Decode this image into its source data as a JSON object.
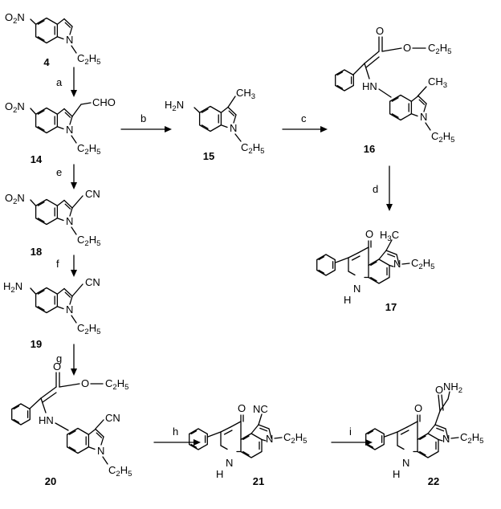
{
  "compounds": {
    "c4": {
      "number": "4",
      "groups": [
        {
          "main": "O",
          "sub": "2",
          "tail": "N"
        },
        {
          "main": "N",
          "tail": ""
        },
        {
          "main": "C",
          "sub": "2",
          "tail": "H",
          "sub2": "5"
        }
      ]
    },
    "c14": {
      "number": "14",
      "groups": [
        {
          "main": "O",
          "sub": "2",
          "tail": "N"
        },
        {
          "main": "CHO",
          "tail": ""
        },
        {
          "main": "N",
          "tail": ""
        },
        {
          "main": "C",
          "sub": "2",
          "tail": "H",
          "sub2": "5"
        }
      ]
    },
    "c15": {
      "number": "15",
      "groups": [
        {
          "main": "H",
          "sub": "2",
          "tail": "N"
        },
        {
          "main": "CH",
          "sub": "3",
          "tail": ""
        },
        {
          "main": "N",
          "tail": ""
        },
        {
          "main": "C",
          "sub": "2",
          "tail": "H",
          "sub2": "5"
        }
      ]
    },
    "c16": {
      "number": "16",
      "groups": [
        {
          "main": "O",
          "tail": ""
        },
        {
          "main": "O",
          "tail": ""
        },
        {
          "main": "C",
          "sub": "2",
          "tail": "H",
          "sub2": "5"
        },
        {
          "main": "HN",
          "tail": ""
        },
        {
          "main": "CH",
          "sub": "3",
          "tail": ""
        },
        {
          "main": "N",
          "tail": ""
        },
        {
          "main": "C",
          "sub": "2",
          "tail": "H",
          "sub2": "5"
        }
      ]
    },
    "c17": {
      "number": "17",
      "groups": [
        {
          "main": "O",
          "tail": ""
        },
        {
          "main": "H",
          "sub": "3",
          "tail": "C"
        },
        {
          "main": "N",
          "tail": ""
        },
        {
          "main": "C",
          "sub": "2",
          "tail": "H",
          "sub2": "5"
        },
        {
          "main": "N",
          "tail": ""
        },
        {
          "main": "H",
          "tail": ""
        }
      ]
    },
    "c18": {
      "number": "18",
      "groups": [
        {
          "main": "O",
          "sub": "2",
          "tail": "N"
        },
        {
          "main": "CN",
          "tail": ""
        },
        {
          "main": "N",
          "tail": ""
        },
        {
          "main": "C",
          "sub": "2",
          "tail": "H",
          "sub2": "5"
        }
      ]
    },
    "c19": {
      "number": "19",
      "groups": [
        {
          "main": "H",
          "sub": "2",
          "tail": "N"
        },
        {
          "main": "CN",
          "tail": ""
        },
        {
          "main": "N",
          "tail": ""
        },
        {
          "main": "C",
          "sub": "2",
          "tail": "H",
          "sub2": "5"
        }
      ]
    },
    "c20": {
      "number": "20",
      "groups": [
        {
          "main": "O",
          "tail": ""
        },
        {
          "main": "O",
          "tail": ""
        },
        {
          "main": "C",
          "sub": "2",
          "tail": "H",
          "sub2": "5"
        },
        {
          "main": "HN",
          "tail": ""
        },
        {
          "main": "CN",
          "tail": ""
        },
        {
          "main": "N",
          "tail": ""
        },
        {
          "main": "C",
          "sub": "2",
          "tail": "H",
          "sub2": "5"
        }
      ]
    },
    "c21": {
      "number": "21",
      "groups": [
        {
          "main": "O",
          "tail": ""
        },
        {
          "main": "NC",
          "tail": ""
        },
        {
          "main": "N",
          "tail": ""
        },
        {
          "main": "C",
          "sub": "2",
          "tail": "H",
          "sub2": "5"
        },
        {
          "main": "N",
          "tail": ""
        },
        {
          "main": "H",
          "tail": ""
        }
      ]
    },
    "c22": {
      "number": "22",
      "groups": [
        {
          "main": "NH",
          "sub": "2",
          "tail": ""
        },
        {
          "main": "O",
          "tail": ""
        },
        {
          "main": "O",
          "tail": ""
        },
        {
          "main": "N",
          "tail": ""
        },
        {
          "main": "C",
          "sub": "2",
          "tail": "H",
          "sub2": "5"
        },
        {
          "main": "N",
          "tail": ""
        },
        {
          "main": "H",
          "tail": ""
        }
      ]
    }
  },
  "steps": {
    "a": "a",
    "b": "b",
    "c": "c",
    "d": "d",
    "e": "e",
    "f": "f",
    "g": "g",
    "h": "h",
    "i": "i"
  }
}
